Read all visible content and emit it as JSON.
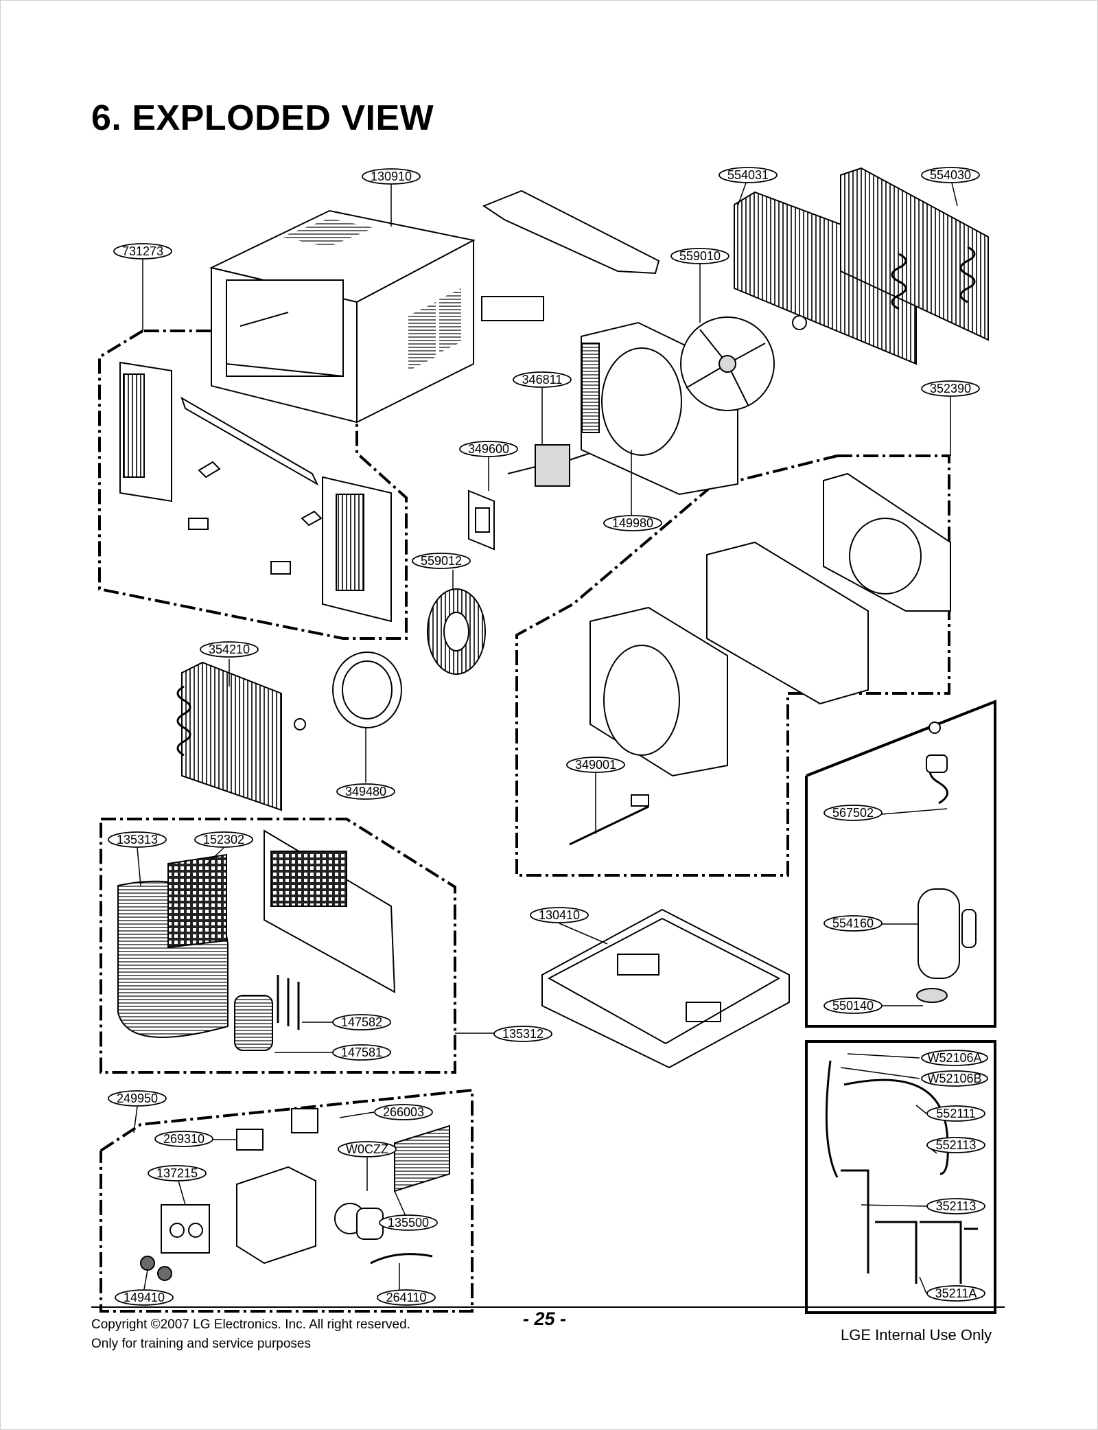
{
  "page": {
    "title": "6. EXPLODED VIEW",
    "page_number": "- 25 -",
    "copyright_line1": "Copyright ©2007 LG Electronics. Inc. All right reserved.",
    "copyright_line2": "Only for training and service purposes",
    "internal_note": "LGE Internal Use Only"
  },
  "part_labels": {
    "p130910": "130910",
    "p554031": "554031",
    "p554030": "554030",
    "p731273": "731273",
    "p559010": "559010",
    "p346811": "346811",
    "p352390": "352390",
    "p349600": "349600",
    "p149980": "149980",
    "p559012": "559012",
    "p354210": "354210",
    "p349480": "349480",
    "p349001": "349001",
    "p567502": "567502",
    "p135313": "135313",
    "p152302": "152302",
    "p130410": "130410",
    "p554160": "554160",
    "p147582": "147582",
    "p147581": "147581",
    "p135312": "135312",
    "p550140": "550140",
    "p249950": "249950",
    "p266003": "266003",
    "p269310": "269310",
    "pW0CZZ": "W0CZZ",
    "p137215": "137215",
    "p135500": "135500",
    "p149410": "149410",
    "p264110": "264110",
    "pW52106A": "W52106A",
    "pW52106B": "W52106B",
    "p552111": "552111",
    "p552113": "552113",
    "p352113": "352113",
    "p35211A": "35211A"
  },
  "colors": {
    "ink": "#000000",
    "paper": "#ffffff",
    "shade": "#d9d9d9",
    "dark_shade": "#6a6a6a"
  }
}
